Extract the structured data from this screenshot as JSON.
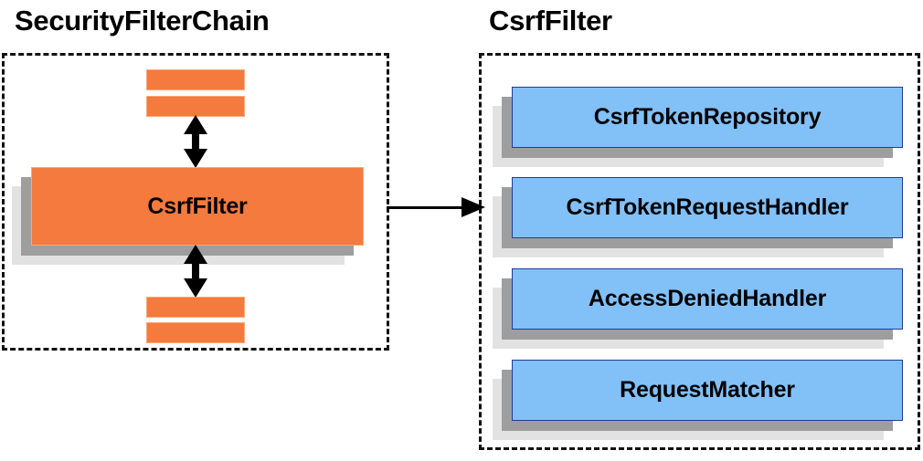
{
  "diagram": {
    "title_left": "SecurityFilterChain",
    "title_right": "CsrfFilter",
    "colors": {
      "orange_fill": "#f47a3d",
      "orange_border": "#f9a878",
      "blue_fill": "#82c0f8",
      "blue_border": "#24399b",
      "shadow_dark": "#9e9e9e",
      "shadow_light": "#e2e2e2",
      "panel_border": "#111111",
      "arrow": "#000000",
      "text": "#000000",
      "background": "#ffffff"
    },
    "left_panel": {
      "main_box_label": "CsrfFilter",
      "filter_stubs_above": 2,
      "filter_stubs_below": 2,
      "arrow_above_label": "",
      "arrow_below_label": ""
    },
    "right_panel": {
      "components": [
        {
          "label": "CsrfTokenRepository"
        },
        {
          "label": "CsrfTokenRequestHandler"
        },
        {
          "label": "AccessDeniedHandler"
        },
        {
          "label": "RequestMatcher"
        }
      ]
    },
    "connector": {
      "from": "SecurityFilterChain",
      "to": "CsrfFilter",
      "direction": "right"
    }
  }
}
